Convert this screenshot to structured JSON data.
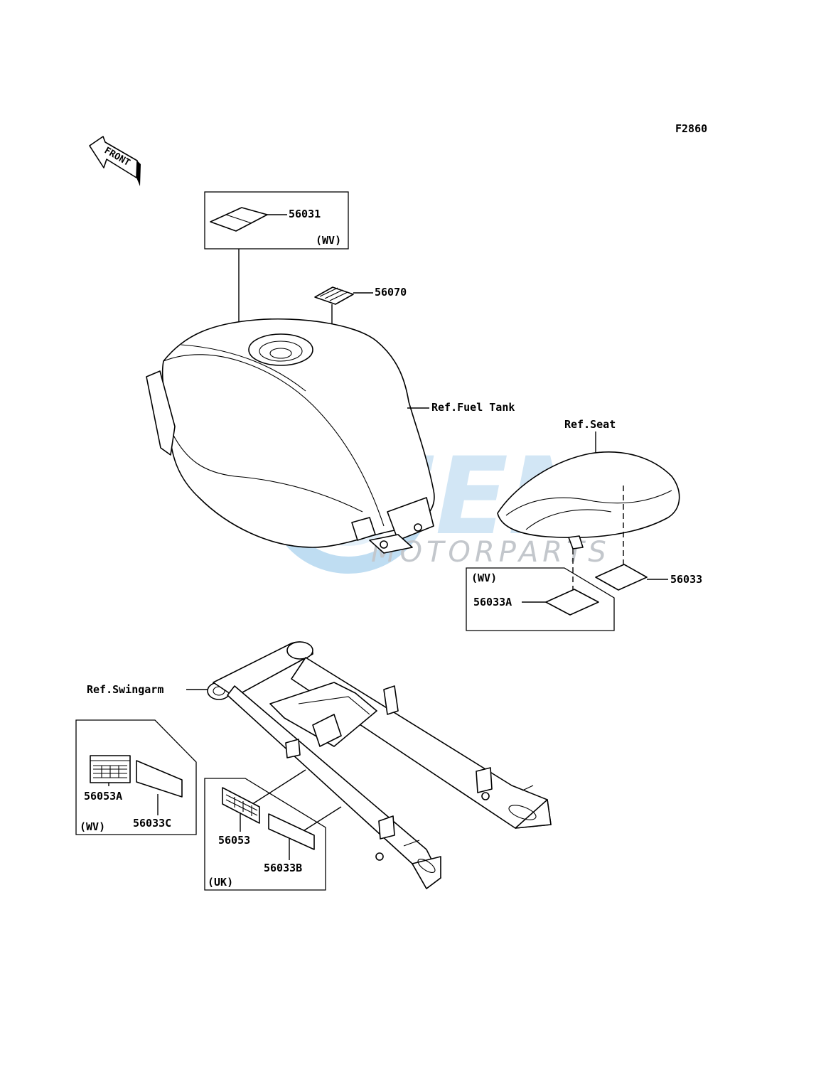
{
  "figure_code": "F2860",
  "front_marker": "FRONT",
  "watermark": {
    "brand": "FEM",
    "sub": "MOTORPARTS",
    "color": "#9fcbe9"
  },
  "references": {
    "fuel_tank": "Ref.Fuel Tank",
    "seat": "Ref.Seat",
    "swingarm": "Ref.Swingarm"
  },
  "parts": {
    "p56031": "56031",
    "p56070": "56070",
    "p56033": "56033",
    "p56033A": "56033A",
    "p56053A": "56053A",
    "p56033C": "56033C",
    "p56053": "56053",
    "p56033B": "56033B"
  },
  "region_tags": {
    "wv_top": "(WV)",
    "wv_seat": "(WV)",
    "wv_swingarm": "(WV)",
    "uk_swingarm": "(UK)"
  }
}
